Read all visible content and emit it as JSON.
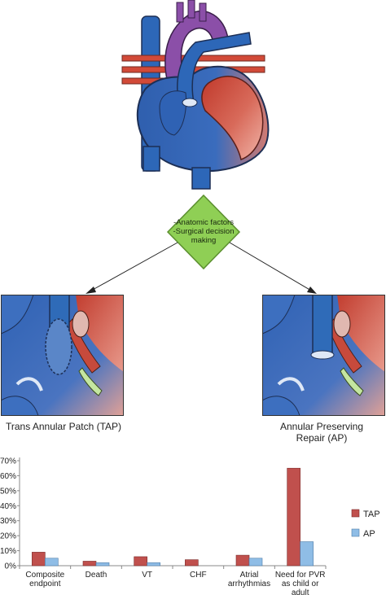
{
  "diamond": {
    "lines": [
      "-Anatomic factors",
      "-Surgical decision",
      "making"
    ]
  },
  "left_caption": "Trans Annular Patch (TAP)",
  "right_caption": [
    "Annular Preserving",
    "Repair (AP)"
  ],
  "colors": {
    "tap": "#c0504d",
    "ap": "#8fbde6",
    "diamond": "#8fcf55",
    "blue": "#2f6bb4",
    "red": "#c0463a",
    "purple": "#8b4fa8"
  },
  "icons": {
    "heart": "heart-anatomy",
    "left_detail": "tap-detail",
    "right_detail": "ap-detail"
  },
  "chart_data": {
    "type": "bar",
    "categories": [
      "Composite endpoint",
      "Death",
      "VT",
      "CHF",
      "Atrial arrhythmias",
      "Need for PVR as child or adult"
    ],
    "category_lines": [
      [
        "Composite",
        "endpoint"
      ],
      [
        "Death"
      ],
      [
        "VT"
      ],
      [
        "CHF"
      ],
      [
        "Atrial",
        "arrhythmias"
      ],
      [
        "Need for PVR",
        "as child or",
        "adult"
      ]
    ],
    "series": [
      {
        "name": "TAP",
        "values": [
          9,
          3,
          6,
          4,
          7,
          65
        ]
      },
      {
        "name": "AP",
        "values": [
          5,
          2,
          2,
          0,
          5,
          16
        ]
      }
    ],
    "ylim": [
      0,
      70
    ],
    "yticks": [
      0,
      10,
      20,
      30,
      40,
      50,
      60,
      70
    ],
    "ytick_labels": [
      "0%",
      "10%",
      "20%",
      "30%",
      "40%",
      "50%",
      "60%",
      "70%"
    ],
    "grid": false,
    "legend": "right"
  }
}
